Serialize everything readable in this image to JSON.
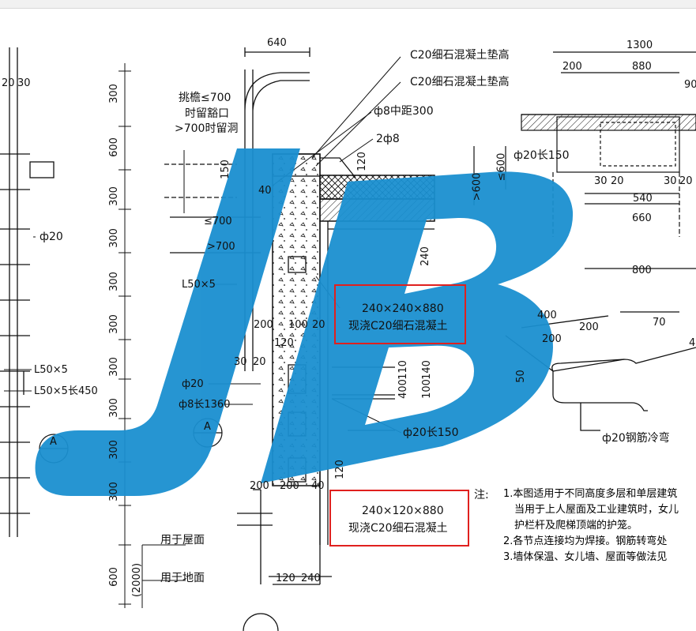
{
  "watermark": {
    "text": "JB",
    "color": "#1a8fd0"
  },
  "highlight_color": "#e0201e",
  "top_dims": {
    "d640": "640",
    "d1300": "1300",
    "d880": "880",
    "d200": "200",
    "d90": "90",
    "d20": "20",
    "d30": "30"
  },
  "left_column_dims": [
    "300",
    "600",
    "300",
    "300",
    "300",
    "300",
    "300",
    "300",
    "300",
    "300"
  ],
  "bottom_left_dims": {
    "d600": "600",
    "d2000": "(2000)"
  },
  "labels": {
    "c20_pad_1": "C20细石混凝土垫高",
    "c20_pad_2": "C20细石混凝土垫高",
    "eave_1": "挑檐≤700",
    "eave_2": "时留豁口",
    "eave_3": ">700时留洞",
    "phi8_300": "ф8中距300",
    "two_phi8": "2ф8",
    "phi20_l150_top": "ф20长150",
    "phi20_left": "ф20",
    "le700": "≤700",
    "gt700": ">700",
    "l50x5": "L50×5",
    "l50x5_b": "L50×5",
    "l50x5_450": "L50×5长450",
    "phi20_mid": "ф20",
    "phi8_1360": "ф8长1360",
    "phi20_l150_mid": "ф20长150",
    "rebar_bend": "ф20钢筋冷弯",
    "for_roof": "用于屋面",
    "for_ground": "用于地面",
    "section_a": "A"
  },
  "mid_dims": {
    "d150": "150",
    "d40": "40",
    "d120": "120",
    "d240": "240",
    "d200a": "200",
    "d100": "100",
    "d20b": "20",
    "d120b": "120",
    "d30b": "30",
    "d20c": "20",
    "d110": "110",
    "d140": "140",
    "d400": "400",
    "d100b": "100",
    "d120c": "120",
    "d200b": "200",
    "d200c": "200",
    "d40b": "40",
    "d120d": "120",
    "d240b": "240"
  },
  "right_dims": {
    "gt600a": ">600",
    "gt600b": "≤600",
    "d30": "30",
    "d20": "20",
    "d540": "540",
    "d30b": "30",
    "d20b": "20",
    "d660": "660",
    "d800": "800",
    "d400": "400",
    "d200": "200",
    "d200b": "200",
    "d70": "70",
    "d50": "50",
    "d4": "4"
  },
  "callouts": {
    "box1_line1": "240×240×880",
    "box1_line2": "现浇C20细石混凝土",
    "box2_line1": "240×120×880",
    "box2_line2": "现浇C20细石混凝土"
  },
  "notes": {
    "label": "注:",
    "items": [
      "1.本图适用于不同高度多层和单层建筑",
      "当用于上人屋面及工业建筑时，女儿",
      "护栏杆及爬梯顶端的护笼。",
      "2.各节点连接均为焊接。钢筋转弯处",
      "3.墙体保温、女儿墙、屋面等做法见"
    ]
  }
}
